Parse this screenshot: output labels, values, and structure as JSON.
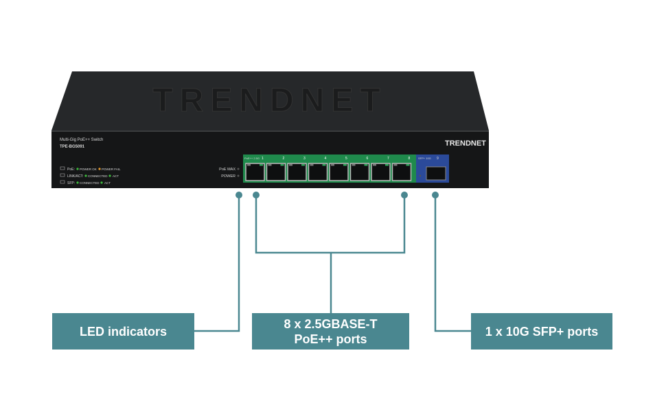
{
  "device": {
    "brand": "TRENDNET",
    "product_line": "Multi-Gig PoE++ Switch",
    "model": "TPE-BG5091",
    "led_legend": [
      {
        "label": "PoE:",
        "items": [
          "POWER OK",
          "POWER FAIL"
        ],
        "colors": [
          "#3dbb3d",
          "#e89a2a"
        ]
      },
      {
        "label": "LINK/ACT:",
        "items": [
          "CONNECTED",
          "ACT"
        ],
        "colors": [
          "#3dbb3d",
          "#3dbb3d"
        ]
      },
      {
        "label": "SFP:",
        "items": [
          "CONNECTED",
          "ACT"
        ],
        "colors": [
          "#3dbb3d",
          "#3dbb3d"
        ]
      }
    ],
    "status_leds": [
      "PoE MAX",
      "POWER"
    ],
    "poe_group_label": "PoE++ 2.5G",
    "rj45_ports": [
      "1",
      "2",
      "3",
      "4",
      "5",
      "6",
      "7",
      "8"
    ],
    "sfp_group_label": "SFP+ 10G",
    "sfp_port": "9"
  },
  "callouts": {
    "led": "LED indicators",
    "rj45_line1": "8 x 2.5GBASE-T",
    "rj45_line2": "PoE++ ports",
    "sfp": "1 x 10G SFP+ ports"
  },
  "colors": {
    "callout": "#4a8790",
    "poe_panel": "#1f8a4c",
    "sfp_panel": "#2b4a9a"
  }
}
